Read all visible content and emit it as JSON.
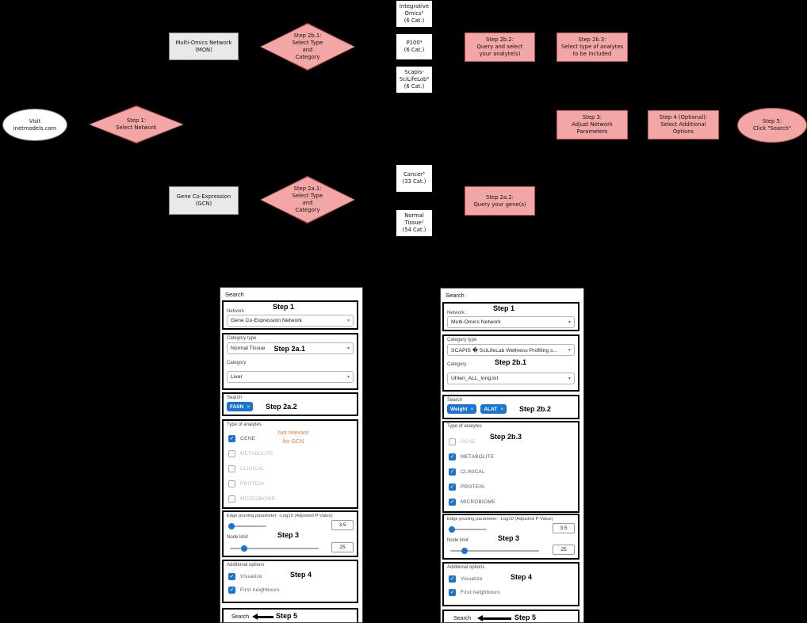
{
  "ui": {
    "chevron": "▾",
    "tag_close": "×"
  },
  "flowchart": {
    "visit": "Visit\ninetmodels.com",
    "step1": "Step 1:\nSelect Network",
    "mon": "Multi-Omics Network\n(MON)",
    "gcn": "Gene Co-Expression\n(GCN)",
    "step2b1": "Step 2b.1:\nSelect Type\nand\nCategory",
    "step2a1": "Step 2a.1:\nSelect Type\nand\nCategory",
    "integrative": "Integrative\nOmics⁵\n(6 Cat.)",
    "p100": "P100⁴\n(6 Cat.)",
    "scapis": "Scapis-\nSciLifeLab⁶\n(6 Cat.)",
    "cancer": "Cancer³\n(33 Cat.)",
    "normal": "Normal\nTissue¹\n(54 Cat.)",
    "step2b2": "Step 2b.2:\nQuery and select\nyour analyte(s)",
    "step2b3": "Step 2b.3:\nSelect type of analytes\nto be included",
    "step2a2": "Step 2a.2:\nQuery your gene(s)",
    "step3": "Step 3:\nAdjust Network\nParameters",
    "step4": "Step 4 (Optional):\nSelect Additional\nOptions",
    "step5": "Step 5:\nClick \"Search\""
  },
  "panel_gcn": {
    "header": "Search",
    "network": {
      "label": "Network",
      "step": "Step 1",
      "value": "Gene Co-Expression Network"
    },
    "category_type": {
      "label": "Category type",
      "value": "Normal Tissue",
      "step": "Step 2a.1"
    },
    "category": {
      "label": "Category",
      "value": "Liver"
    },
    "search": {
      "label": "Search",
      "step": "Step 2a.2",
      "tags": [
        "FASN"
      ]
    },
    "analytes": {
      "label": "Type of analytes",
      "note": "Not relevant\nfor GCN",
      "items": [
        {
          "label": "GENE",
          "checked": true,
          "disabled": false
        },
        {
          "label": "METABOLITE",
          "checked": false,
          "disabled": true
        },
        {
          "label": "CLINICAL",
          "checked": false,
          "disabled": true
        },
        {
          "label": "PROTEIN",
          "checked": false,
          "disabled": true
        },
        {
          "label": "MICROBIOME",
          "checked": false,
          "disabled": true
        }
      ]
    },
    "pruning": {
      "label": "Edge pruning parameter: -Log10 (Adjusted P-Value)",
      "value": "3.5",
      "node_limit_label": "Node limit",
      "step": "Step 3",
      "node_limit_value": "25"
    },
    "options": {
      "label": "Additional options",
      "step": "Step 4",
      "items": [
        {
          "label": "Visualize",
          "checked": true
        },
        {
          "label": "First neighbours",
          "checked": true
        }
      ]
    },
    "footer": {
      "button": "Search",
      "step": "Step 5"
    }
  },
  "panel_mon": {
    "header": "Search",
    "network": {
      "label": "Network",
      "step": "Step 1",
      "value": "Multi-Omics Network"
    },
    "category_type": {
      "label": "Category type",
      "value": "SCAPIS � SciLifeLab Wellness Profiling s...",
      "step": "Step 2b.1"
    },
    "category": {
      "label": "Category",
      "value": "Uhlen_ALL_long.txt"
    },
    "search": {
      "label": "Search",
      "step": "Step 2b.2",
      "tags": [
        "Weight",
        "ALAT"
      ]
    },
    "analytes": {
      "label": "Type of analytes",
      "step": "Step 2b.3",
      "items": [
        {
          "label": "GENE",
          "checked": false,
          "disabled": true
        },
        {
          "label": "METABOLITE",
          "checked": true,
          "disabled": false
        },
        {
          "label": "CLINICAL",
          "checked": true,
          "disabled": false
        },
        {
          "label": "PROTEIN",
          "checked": true,
          "disabled": false
        },
        {
          "label": "MICROBIOME",
          "checked": true,
          "disabled": false
        }
      ]
    },
    "pruning": {
      "label": "Edge pruning parameter: -Log10 (Adjusted P-Value)",
      "value": "3.5",
      "node_limit_label": "Node limit",
      "step": "Step 3",
      "node_limit_value": "25"
    },
    "options": {
      "label": "Additional options",
      "step": "Step 4",
      "items": [
        {
          "label": "Visualize",
          "checked": true
        },
        {
          "label": "First neighbours",
          "checked": true
        }
      ]
    },
    "footer": {
      "button": "Search",
      "step": "Step 5"
    }
  }
}
